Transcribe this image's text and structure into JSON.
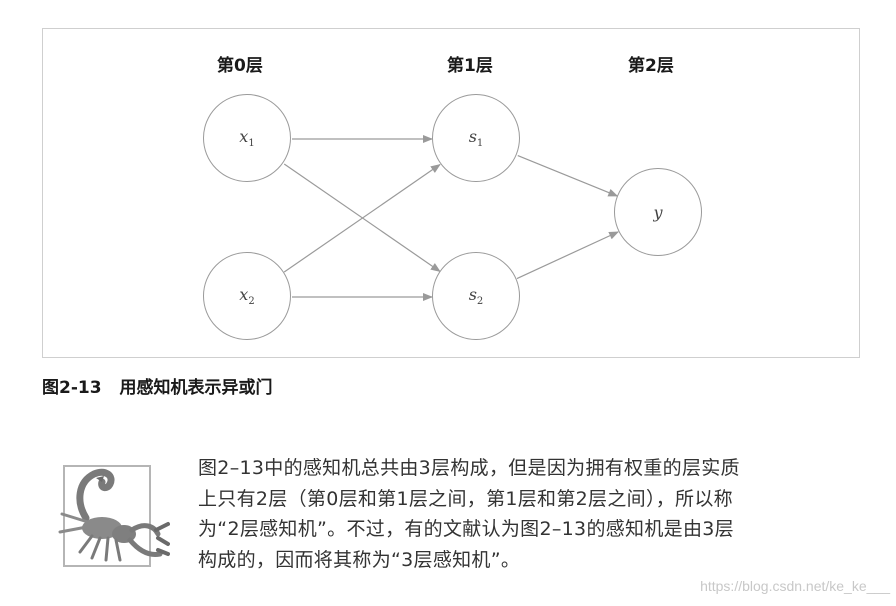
{
  "figure": {
    "layers": [
      {
        "label": "第0层",
        "nodes": [
          {
            "var": "x",
            "sub": "1"
          },
          {
            "var": "x",
            "sub": "2"
          }
        ]
      },
      {
        "label": "第1层",
        "nodes": [
          {
            "var": "s",
            "sub": "1"
          },
          {
            "var": "s",
            "sub": "2"
          }
        ]
      },
      {
        "label": "第2层",
        "nodes": [
          {
            "var": "y",
            "sub": ""
          }
        ]
      }
    ],
    "edges": [
      {
        "from": "x1",
        "to": "s1"
      },
      {
        "from": "x1",
        "to": "s2"
      },
      {
        "from": "x2",
        "to": "s1"
      },
      {
        "from": "x2",
        "to": "s2"
      },
      {
        "from": "s1",
        "to": "y"
      },
      {
        "from": "s2",
        "to": "y"
      }
    ],
    "colors": {
      "edge": "#9a9a9a",
      "node_border": "#9a9a9a",
      "frame": "#cfcfcf"
    }
  },
  "caption": {
    "number": "图2-13",
    "text": "用感知机表示异或门"
  },
  "note": {
    "icon": "scorpion-icon",
    "lines": [
      "图2–13中的感知机总共由3层构成，但是因为拥有权重的层实质",
      "上只有2层（第0层和第1层之间，第1层和第2层之间），所以称",
      "为“2层感知机”。不过，有的文献认为图2–13的感知机是由3层",
      "构成的，因而将其称为“3层感知机”。"
    ]
  },
  "watermark": "https://blog.csdn.net/ke_ke___"
}
